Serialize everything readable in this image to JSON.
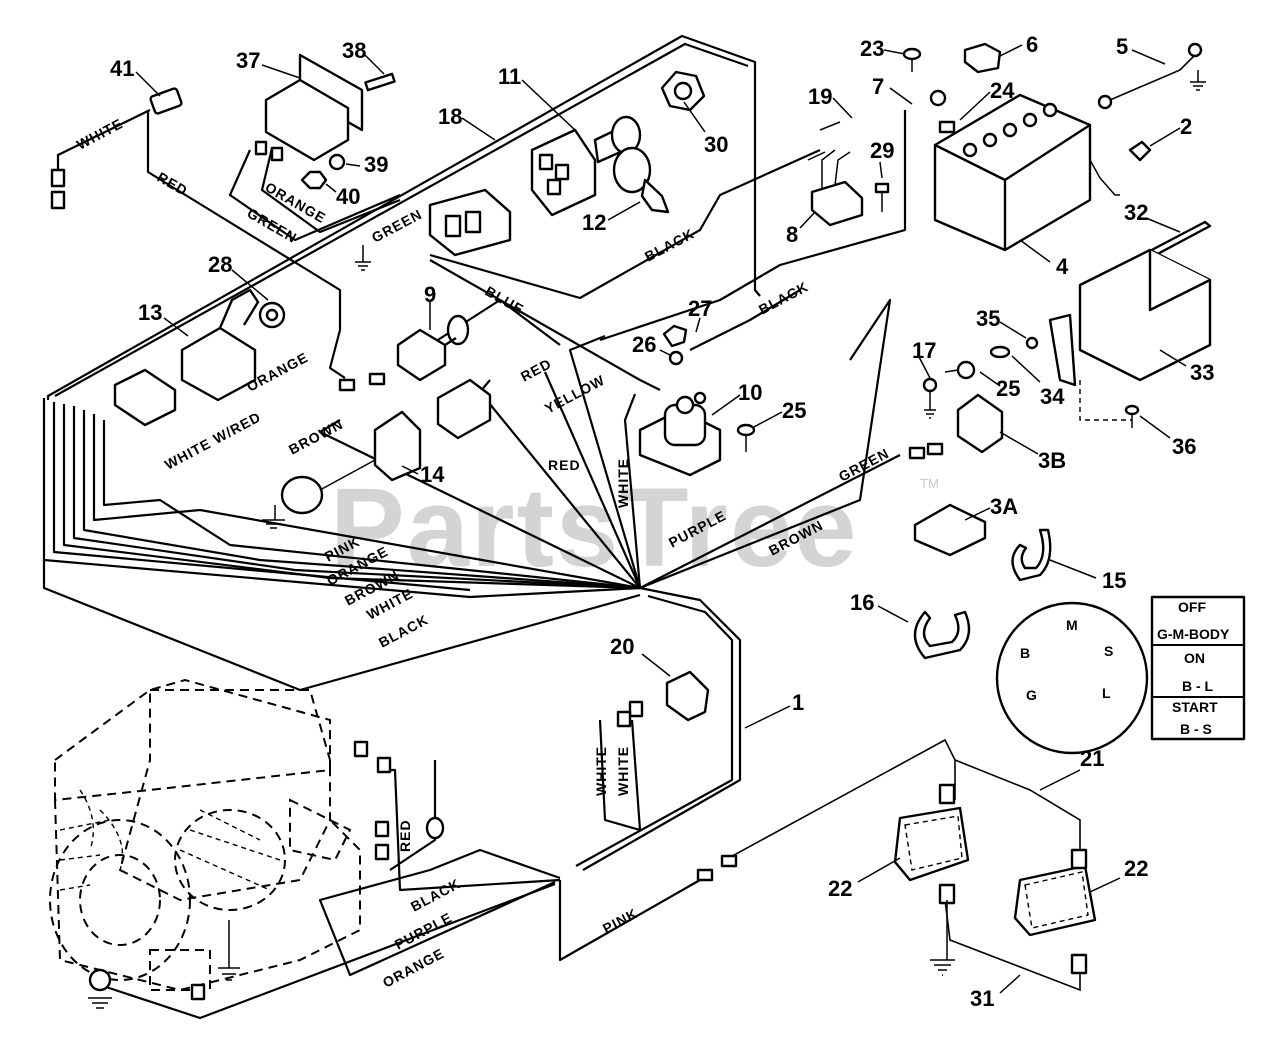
{
  "watermark": {
    "text": "PartsTree",
    "tm": "TM"
  },
  "callouts": [
    "41",
    "37",
    "38",
    "11",
    "30",
    "18",
    "23",
    "6",
    "5",
    "7",
    "24",
    "19",
    "2",
    "29",
    "39",
    "40",
    "12",
    "28",
    "13",
    "9",
    "8",
    "4",
    "32",
    "27",
    "26",
    "35",
    "33",
    "10",
    "25",
    "17",
    "14",
    "25",
    "34",
    "36",
    "3B",
    "3A",
    "15",
    "16",
    "20",
    "1",
    "21",
    "22",
    "22",
    "31"
  ],
  "wire_labels": [
    "WHITE",
    "RED",
    "GREEN",
    "ORANGE",
    "GREEN",
    "BLACK",
    "BLUE",
    "BLACK",
    "ORANGE",
    "RED",
    "YELLOW",
    "WHITE W/RED",
    "BROWN",
    "RED",
    "WHITE",
    "GREEN",
    "PURPLE",
    "BROWN",
    "PINK",
    "ORANGE",
    "BROWN",
    "WHITE",
    "BLACK",
    "WHITE",
    "WHITE",
    "RED",
    "BLACK",
    "PURPLE",
    "ORANGE",
    "PINK"
  ],
  "switch_face": {
    "positions": [
      "M",
      "B",
      "S",
      "G",
      "L"
    ]
  },
  "switch_table": [
    "OFF",
    "G-M-BODY",
    "ON",
    "B - L",
    "START",
    "B - S"
  ]
}
